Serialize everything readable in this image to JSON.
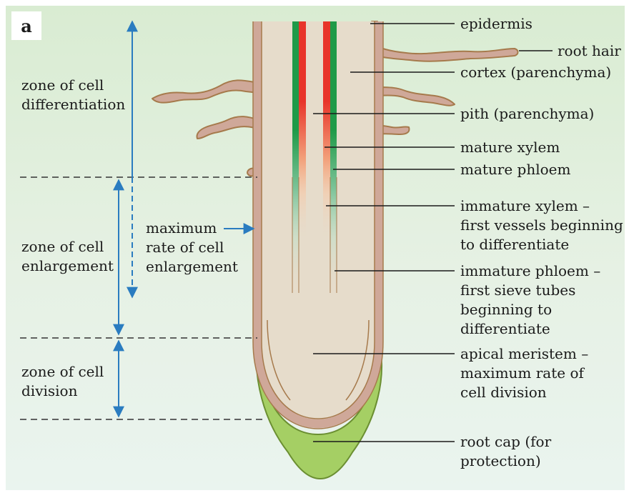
{
  "panel_label": "a",
  "zones": {
    "differentiation": "zone of cell\ndifferentiation",
    "enlargement": "zone of cell\nenlargement",
    "division": "zone of cell\ndivision",
    "max_enlargement": "maximum\nrate of cell\nenlargement"
  },
  "structures": [
    "epidermis",
    "root hair",
    "cortex (parenchyma)",
    "pith (parenchyma)",
    "mature xylem",
    "mature phloem",
    "immature xylem –\nfirst vessels beginning\nto differentiate",
    "immature phloem –\nfirst sieve tubes\nbeginning to\ndifferentiate",
    "apical meristem –\nmaximum rate of\ncell division",
    "root cap (for\nprotection)"
  ],
  "colors": {
    "tissue": "#e6dccb",
    "epidermis": "#a67a4c",
    "root_hair": "#cfa899",
    "xylem": "#e8342a",
    "phloem": "#1f9a48",
    "root_cap": "#a5cf64",
    "arrow": "#2a7cc0"
  }
}
